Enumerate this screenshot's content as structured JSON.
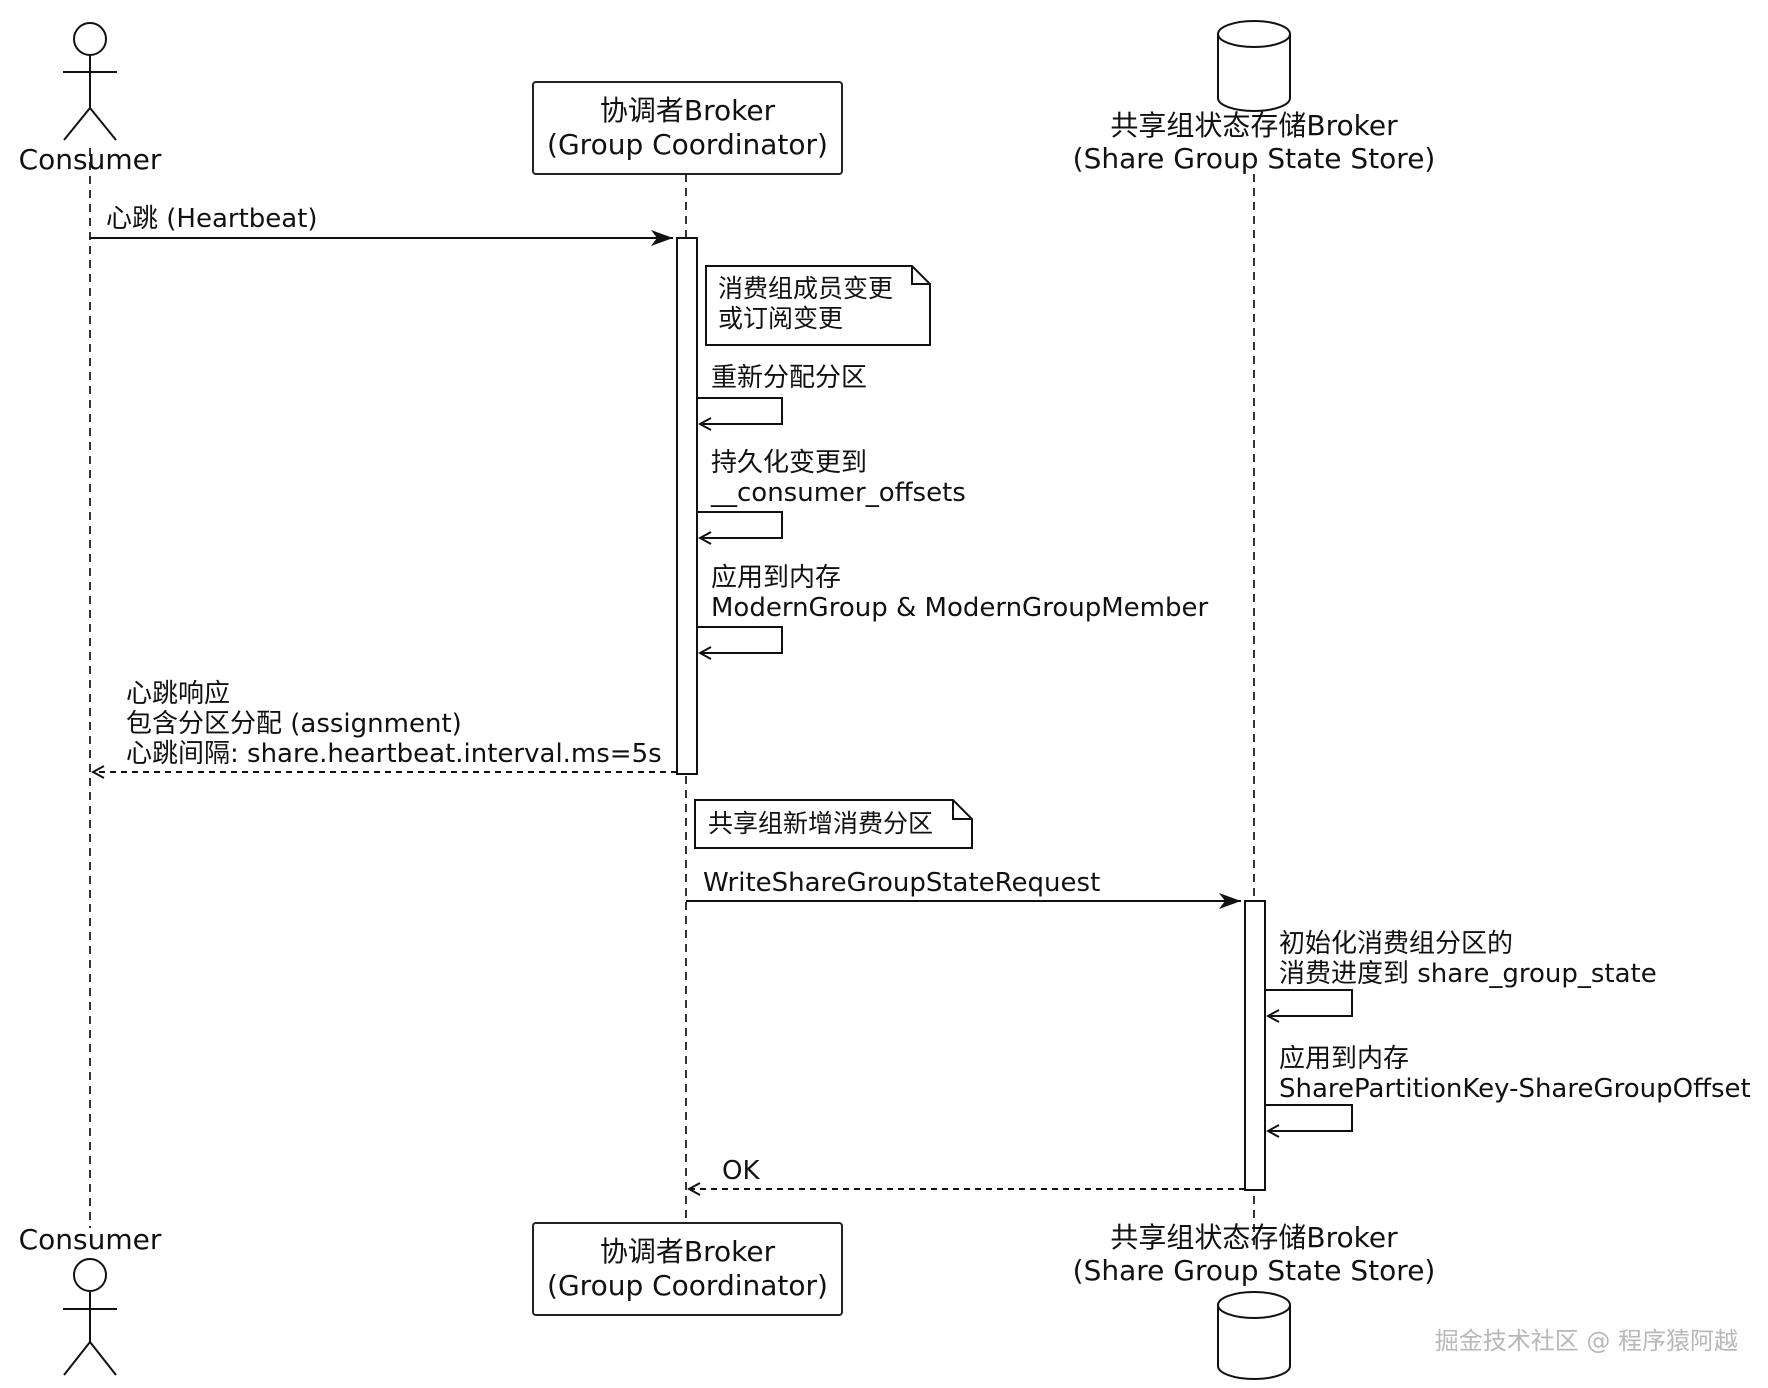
{
  "participants": {
    "consumer": {
      "label": "Consumer"
    },
    "coordinator": {
      "line1": "协调者Broker",
      "line2": "(Group Coordinator)"
    },
    "store": {
      "line1": "共享组状态存储Broker",
      "line2": "(Share Group State Store)"
    }
  },
  "messages": {
    "heartbeat": "心跳 (Heartbeat)",
    "reassign": "重新分配分区",
    "persist_line1": "持久化变更到",
    "persist_line2": "__consumer_offsets",
    "apply_line1": "应用到内存",
    "apply_line2": "ModernGroup & ModernGroupMember",
    "response_line1": "心跳响应",
    "response_line2": "包含分区分配 (assignment)",
    "response_line3": "心跳间隔: share.heartbeat.interval.ms=5s",
    "write_request": "WriteShareGroupStateRequest",
    "init_line1": "初始化消费组分区的",
    "init_line2": "消费进度到 share_group_state",
    "store_apply_line1": "应用到内存",
    "store_apply_line2": "SharePartitionKey-ShareGroupOffset",
    "ok": "OK"
  },
  "notes": {
    "member_change_line1": "消费组成员变更",
    "member_change_line2": "或订阅变更",
    "new_partition": "共享组新增消费分区"
  },
  "watermark": "掘金技术社区 @ 程序猿阿越"
}
